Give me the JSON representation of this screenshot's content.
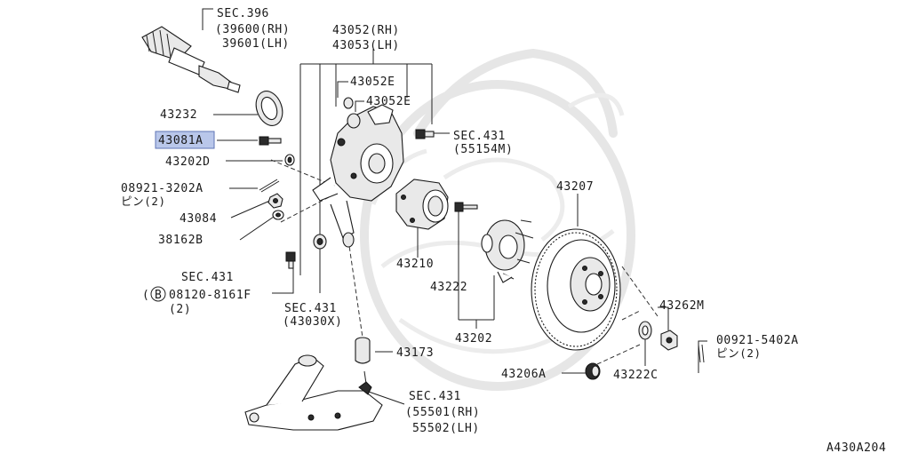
{
  "labels": {
    "sec396": "SEC.396",
    "p39600": "(39600(RH)",
    "p39601": "39601(LH)",
    "p43052rh": "43052(RH)",
    "p43053lh": "43053(LH)",
    "p43052e_a": "43052E",
    "p43052e_b": "43052E",
    "p43232": "43232",
    "p43081a": "43081A",
    "p43202d": "43202D",
    "p08921_3202a": "08921-3202A",
    "pin2_a": "ピン(2)",
    "p43084": "43084",
    "p38162b": "38162B",
    "sec431_a": "SEC.431",
    "p55154m": "(55154M)",
    "sec431_b": "SEC.431",
    "bolt_b_circle": "B",
    "p08120_8161f": "08120-8161F",
    "qty2_b": "(2)",
    "sec431_c": "SEC.431",
    "p43030x": "(43030X)",
    "p43207": "43207",
    "p43210": "43210",
    "p43222": "43222",
    "p43202": "43202",
    "p43262m": "43262M",
    "p00921_5402a": "00921-5402A",
    "pin2_b": "ピン(2)",
    "p43173": "43173",
    "p43206a": "43206A",
    "p43222c": "43222C",
    "sec431_d": "SEC.431",
    "p55501rh": "(55501(RH)",
    "p55502lh": "55502(LH)",
    "figure_code": "A430A204"
  },
  "highlight": {
    "part_number": "43081A",
    "color": "#b9c7ea",
    "border": "#5f74b5"
  }
}
